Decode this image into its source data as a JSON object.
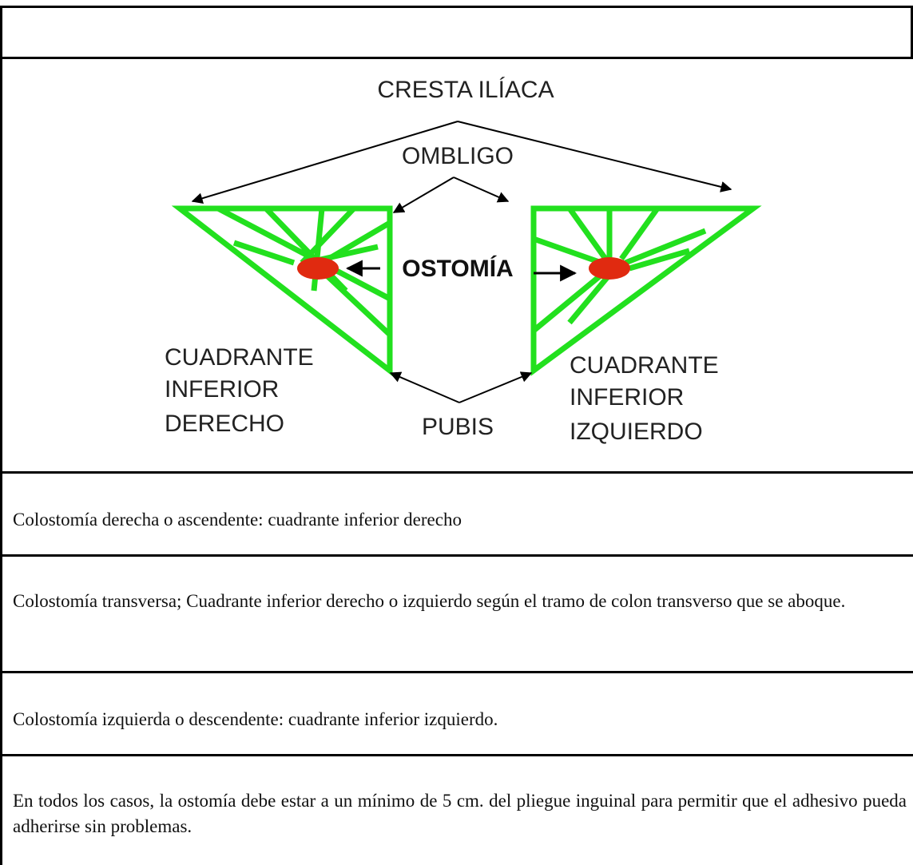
{
  "figure": {
    "labels": {
      "cresta": "CRESTA ILÍACA",
      "ombligo": "OMBLIGO",
      "ostomia": "OSTOMÍA",
      "pubis": "PUBIS",
      "left_line1": "CUADRANTE",
      "left_line2": "INFERIOR",
      "left_line3": "DERECHO",
      "right_line1": "CUADRANTE",
      "right_line2": "INFERIOR",
      "right_line3": "IZQUIERDO"
    },
    "colors": {
      "quadrant": "#22e01e",
      "stoma": "#e02a10",
      "arrow": "#000000"
    }
  },
  "rows": [
    "Colostomía derecha o ascendente: cuadrante inferior derecho",
    "Colostomía transversa; Cuadrante inferior derecho o izquierdo según el tramo de colon transverso que se aboque.",
    "Colostomía izquierda o descendente: cuadrante inferior izquierdo.",
    "En todos los casos, la ostomía debe estar a un mínimo de 5 cm. del pliegue inguinal para permitir que el adhesivo pueda adherirse sin problemas."
  ]
}
